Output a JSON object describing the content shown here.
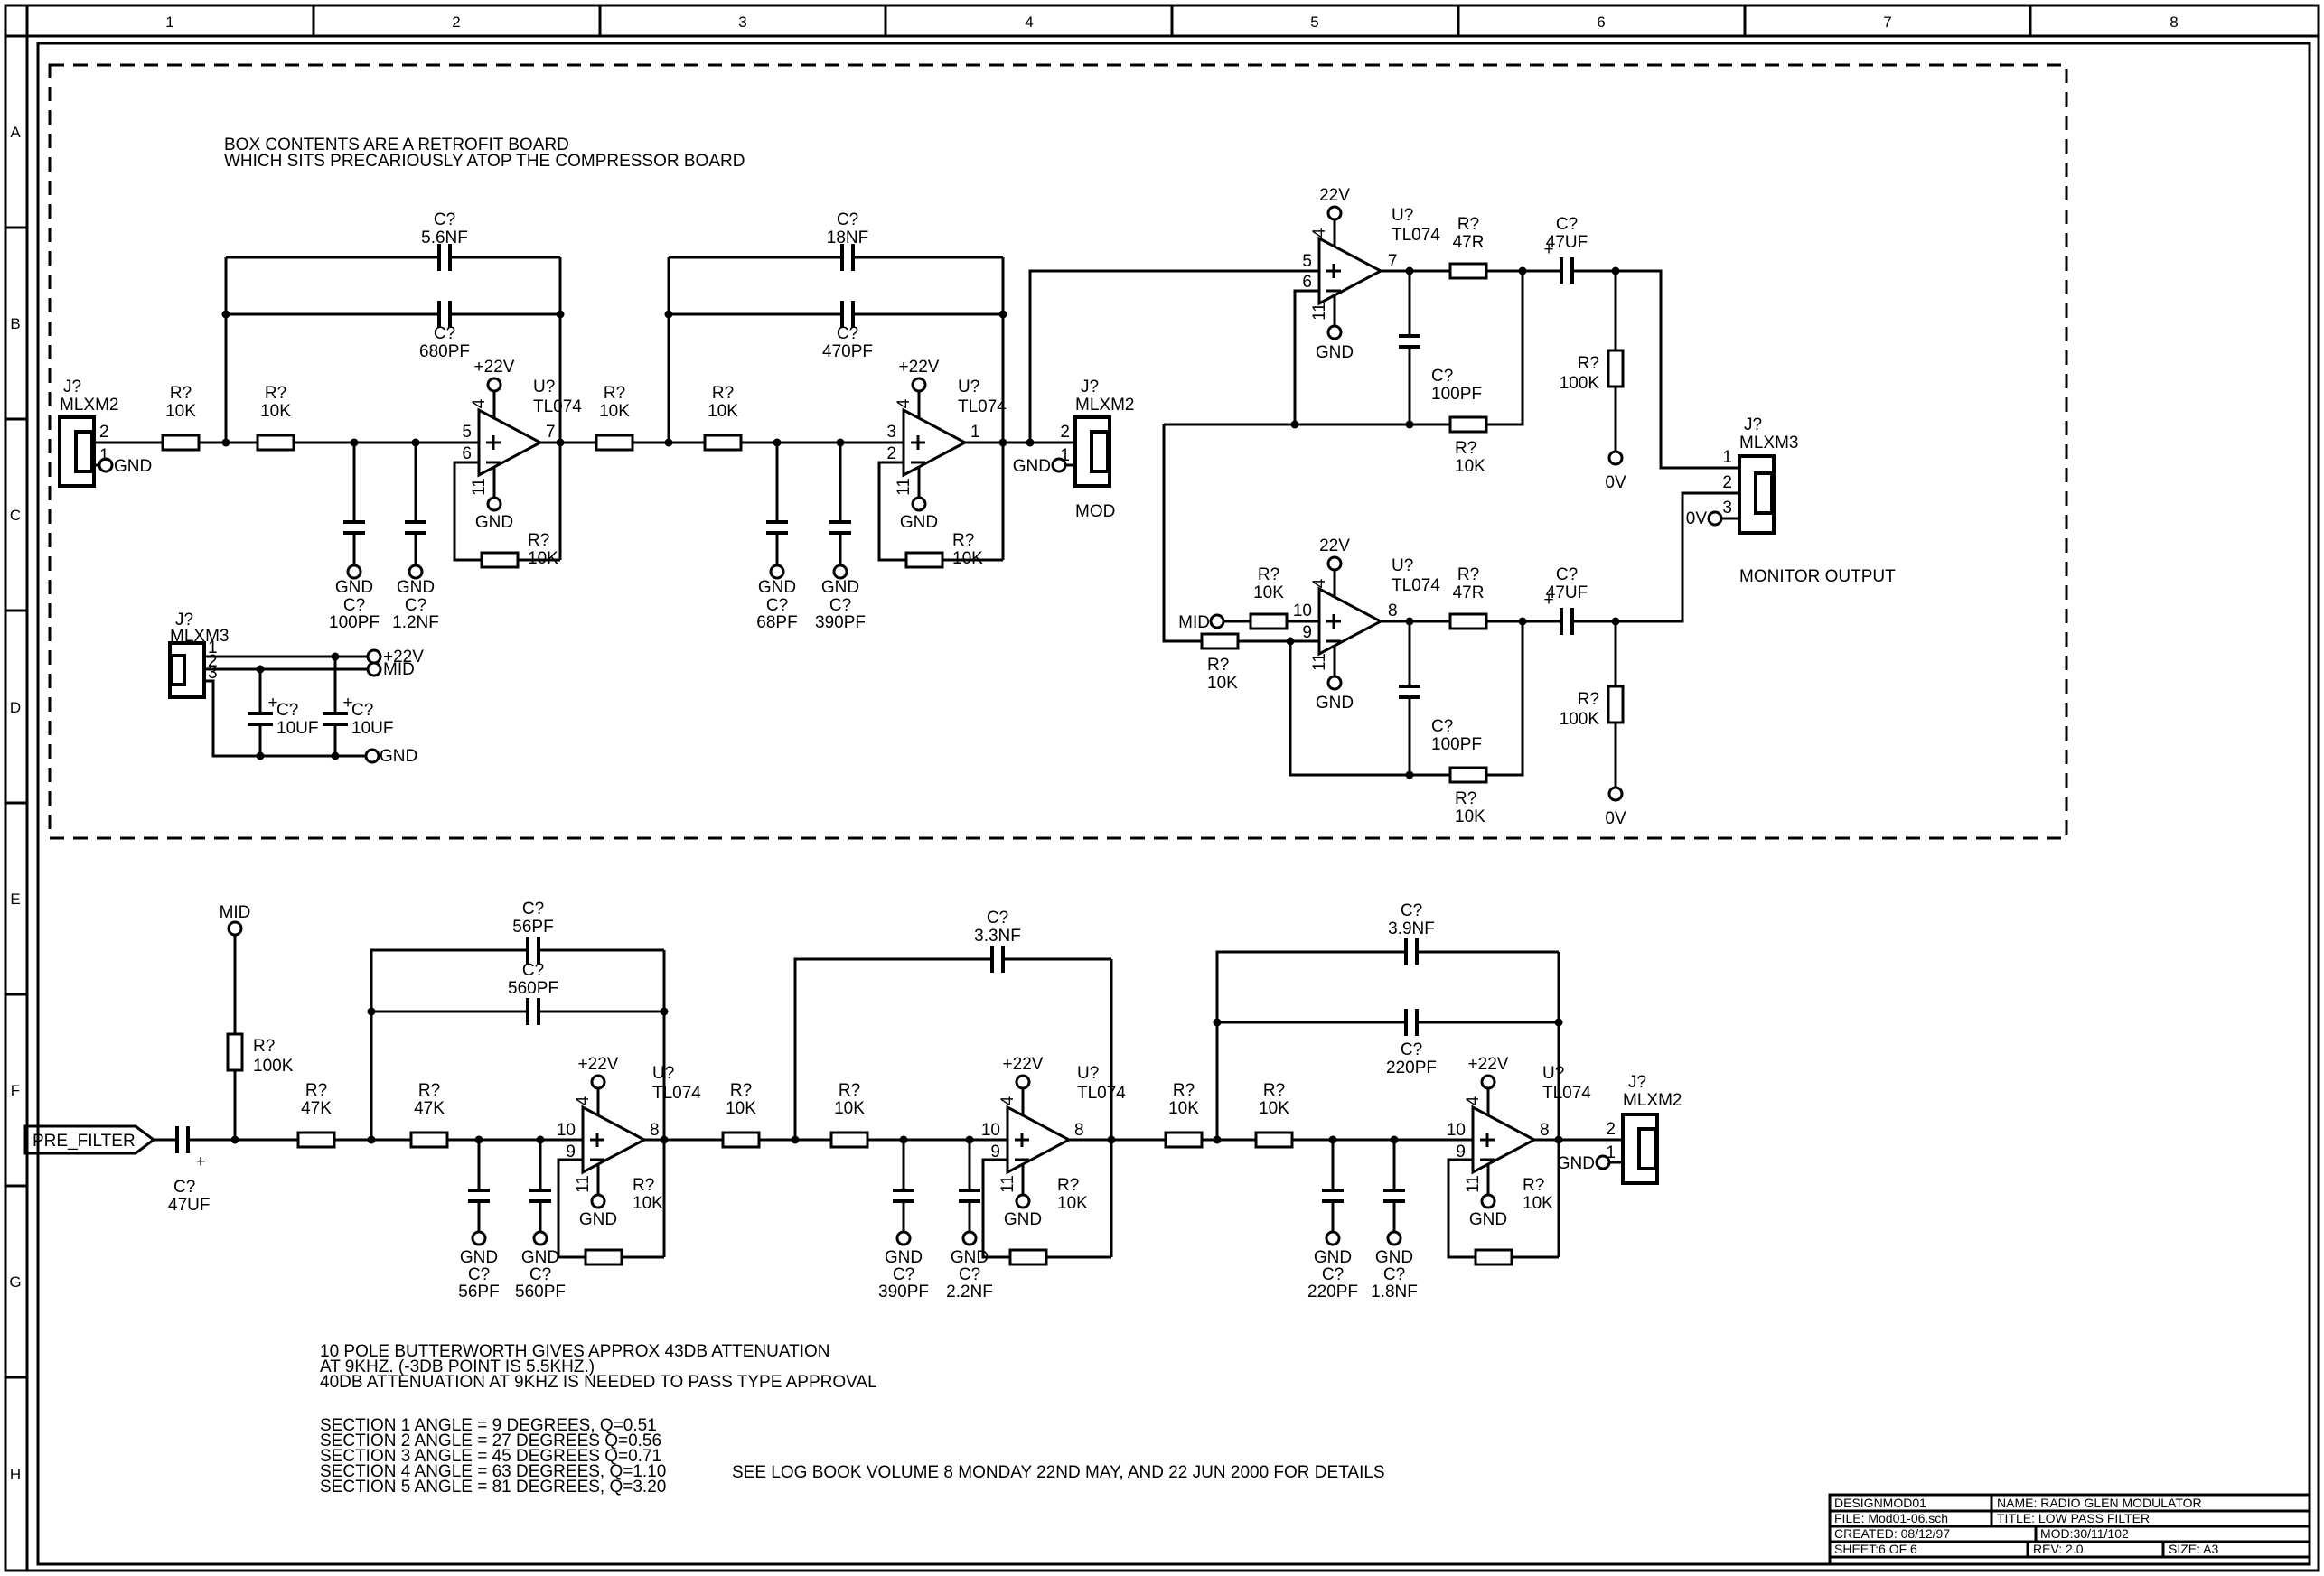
{
  "sheet": {
    "cols": [
      "1",
      "2",
      "3",
      "4",
      "5",
      "6",
      "7",
      "8"
    ],
    "rows": [
      "A",
      "B",
      "C",
      "D",
      "E",
      "F",
      "G",
      "H"
    ]
  },
  "notes": {
    "retrofit1": "BOX CONTENTS ARE A RETROFIT BOARD",
    "retrofit2": "WHICH SITS PRECARIOUSLY ATOP THE COMPRESSOR BOARD",
    "bw1": "10 POLE BUTTERWORTH GIVES APPROX 43DB ATTENUATION",
    "bw2": "AT 9KHZ.  (-3DB POINT IS 5.5KHZ.)",
    "bw3": "40DB ATTENUATION AT 9KHZ IS NEEDED TO PASS TYPE APPROVAL",
    "sec1": "SECTION 1 ANGLE = 9 DEGREES, Q=0.51",
    "sec2": "SECTION 2 ANGLE = 27 DEGREES Q=0.56",
    "sec3": "SECTION 3  ANGLE = 45 DEGREES Q=0.71",
    "sec4": "SECTION 4 ANGLE = 63 DEGREES, Q=1.10",
    "sec5": "SECTION 5 ANGLE = 81 DEGREES, Q=3.20",
    "logbook": "SEE LOG BOOK VOLUME 8 MONDAY 22ND MAY, AND 22 JUN 2000 FOR DETAILS"
  },
  "title_block": {
    "design": "DESIGNMOD01",
    "name": "NAME:  RADIO GLEN MODULATOR",
    "file": "FILE:    Mod01-06.sch",
    "title": "TITLE:   LOW PASS FILTER",
    "created": "CREATED:  08/12/97",
    "mod": "MOD:30/11/102",
    "sheet": "SHEET:6    OF  6",
    "rev": "REV: 2.0",
    "size": "SIZE: A3"
  },
  "sym": {
    "r": "R?",
    "c": "C?",
    "u": "U?",
    "j": "J?",
    "tl074": "TL074",
    "mlxm2": "MLXM2",
    "mlxm3": "MLXM3",
    "gnd": "GND",
    "v22p": "+22V",
    "v22": "22V",
    "ov": "0V",
    "mid": "MID",
    "mod": "MOD",
    "monitor": "MONITOR OUTPUT",
    "prefilter": "PRE_FILTER",
    "plus": "+"
  },
  "val": {
    "k10": "10K",
    "k47": "47K",
    "k100": "100K",
    "r47": "47R",
    "uf47": "47UF",
    "uf10": "10UF",
    "pf100": "100PF",
    "nf1_2": "1.2NF",
    "nf5_6": "5.6NF",
    "pf680": "680PF",
    "nf18": "18NF",
    "pf470": "470PF",
    "pf68": "68PF",
    "pf390": "390PF",
    "pf56": "56PF",
    "pf560": "560PF",
    "nf3_3": "3.3NF",
    "nf2_2": "2.2NF",
    "nf3_9": "3.9NF",
    "pf220": "220PF",
    "nf1_8": "1.8NF"
  },
  "pin": {
    "p1": "1",
    "p2": "2",
    "p3": "3",
    "p4": "4",
    "p5": "5",
    "p6": "6",
    "p7": "7",
    "p8": "8",
    "p9": "9",
    "p10": "10",
    "p11": "11"
  }
}
